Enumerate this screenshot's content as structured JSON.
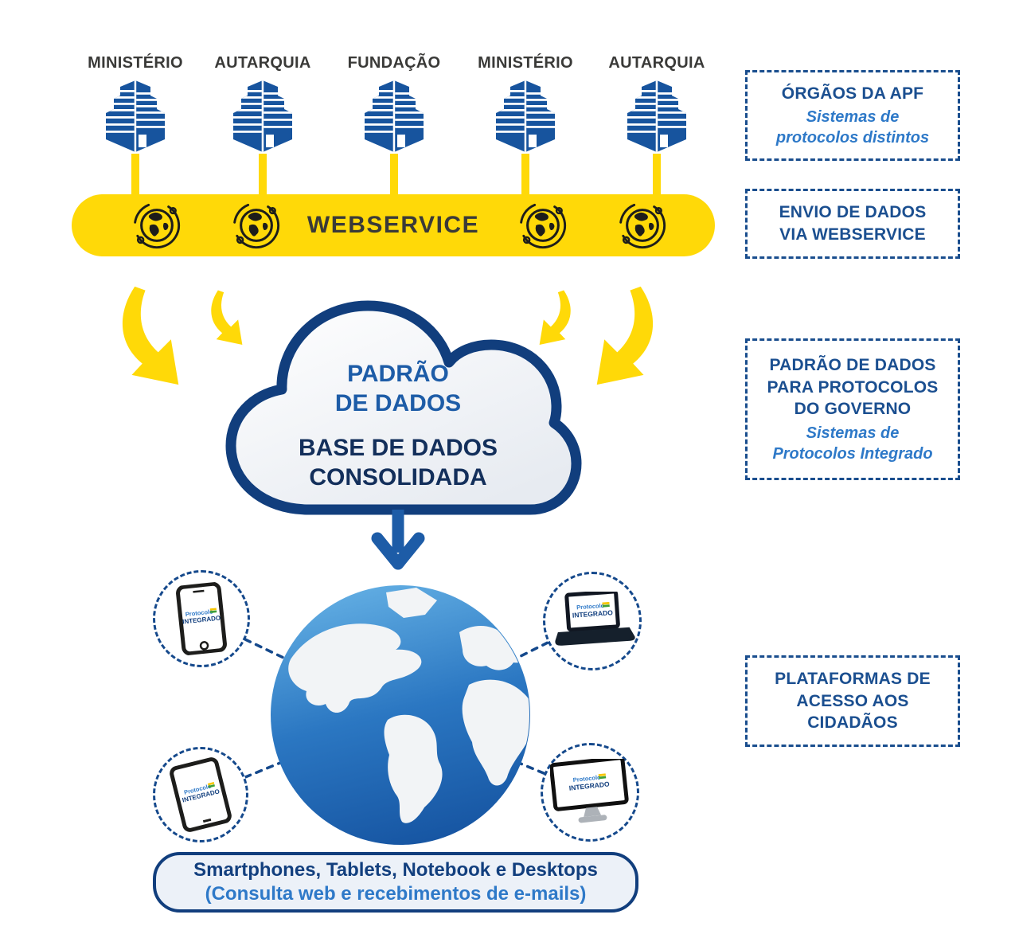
{
  "palette": {
    "yellow": "#FFD908",
    "navy": "#113E7D",
    "note_title_blue": "#1B4F90",
    "note_subtitle_blue": "#2E79C8",
    "cloud_title_blue": "#1D5CA7",
    "cloud_subtitle_navy": "#132F5B",
    "building_blue": "#17549E",
    "webservice_text": "#3A3A38",
    "globe_top_blue": "#62AEE3",
    "globe_bottom_blue": "#1756A3",
    "dashed_blue": "#15498C"
  },
  "org_units": [
    {
      "label": "MINISTÉRIO"
    },
    {
      "label": "AUTARQUIA"
    },
    {
      "label": "FUNDAÇÃO"
    },
    {
      "label": "MINISTÉRIO"
    },
    {
      "label": "AUTARQUIA"
    }
  ],
  "webservice": {
    "label": "WEBSERVICE"
  },
  "side_notes": [
    {
      "title_lines": [
        "ÓRGÃOS DA APF"
      ],
      "subtitle_lines": [
        "Sistemas de",
        "protocolos distintos"
      ]
    },
    {
      "title_lines": [
        "ENVIO DE DADOS",
        "VIA WEBSERVICE"
      ],
      "subtitle_lines": []
    },
    {
      "title_lines": [
        "PADRÃO DE DADOS",
        "PARA PROTOCOLOS",
        "DO GOVERNO"
      ],
      "subtitle_lines": [
        "Sistemas de",
        "Protocolos Integrado"
      ]
    },
    {
      "title_lines": [
        "PLATAFORMAS DE",
        "ACESSO AOS",
        "CIDADÃOS"
      ],
      "subtitle_lines": []
    }
  ],
  "cloud": {
    "title_lines": [
      "PADRÃO",
      "DE DADOS"
    ],
    "subtitle_lines": [
      "BASE DE DADOS",
      "CONSOLIDADA"
    ]
  },
  "devices": [
    {
      "type": "smartphone",
      "logo_top": "Protocolo",
      "logo_bottom": "INTEGRADO"
    },
    {
      "type": "notebook",
      "logo_top": "Protocolo",
      "logo_bottom": "INTEGRADO"
    },
    {
      "type": "tablet",
      "logo_top": "Protocolo",
      "logo_bottom": "INTEGRADO"
    },
    {
      "type": "desktop",
      "logo_top": "Protocolo",
      "logo_bottom": "INTEGRADO"
    }
  ],
  "footer": {
    "line1": "Smartphones, Tablets, Notebook e Desktops",
    "line2": "(Consulta web e recebimentos de e-mails)"
  }
}
